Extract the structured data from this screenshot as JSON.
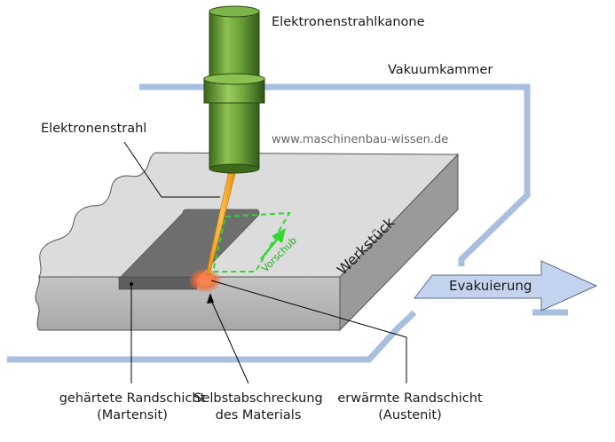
{
  "labels": {
    "gun": "Elektronenstrahlkanone",
    "chamber": "Vakuumkammer",
    "beam": "Elektronenstrahl",
    "website": "www.maschinenbau-wissen.de",
    "workpiece": "Werkstück",
    "feed": "Vorschub",
    "evacuation": "Evakuierung",
    "hardened_line1": "gehärtete Randschicht",
    "hardened_line2": "(Martensit)",
    "quench_line1": "Selbstabschreckung",
    "quench_line2": "des Materials",
    "heated_line1": "erwärmte Randschicht",
    "heated_line2": "(Austenit)"
  },
  "colors": {
    "chamber_wall": "#a9bfe0",
    "gun_green": "#6ea33c",
    "gun_dark": "#3e6a1c",
    "beam": "#f29a18",
    "feed_arrow": "#2ed82e",
    "workpiece_top": "#dcdcdc",
    "workpiece_front": "#b8b8b8",
    "workpiece_side": "#9a9a9a",
    "hardened_track": "#6e6e6e",
    "heat_spot": "#f26b3a",
    "evac_arrow": "#c4d4ee"
  }
}
